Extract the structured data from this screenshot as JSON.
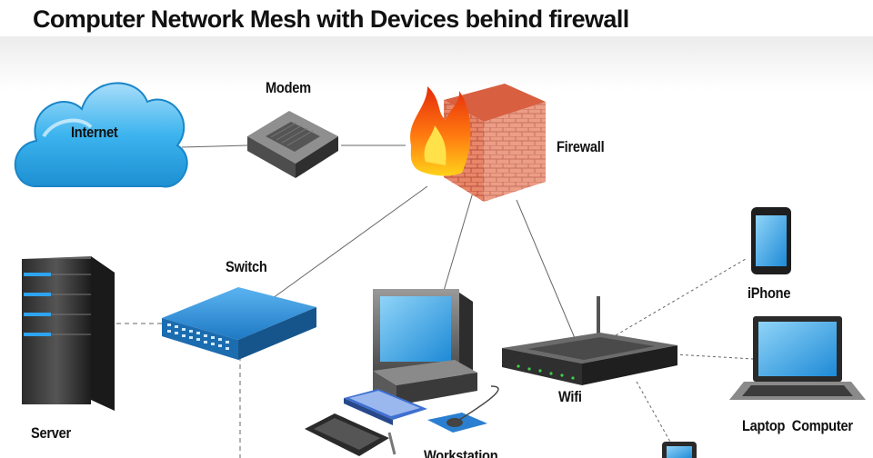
{
  "title": "Computer Network Mesh with Devices behind firewall",
  "nodes": {
    "internet": {
      "label": "Internet",
      "icon": "cloud-icon"
    },
    "modem": {
      "label": "Modem",
      "icon": "modem-icon"
    },
    "firewall": {
      "label": "Firewall",
      "icon": "firewall-icon"
    },
    "switch": {
      "label": "Switch",
      "icon": "switch-icon"
    },
    "server": {
      "label": "Server",
      "icon": "server-icon"
    },
    "workstation": {
      "label": "Workstation",
      "icon": "workstation-icon"
    },
    "wifi": {
      "label": "Wifi",
      "icon": "wifi-router-icon"
    },
    "iphone": {
      "label": "iPhone",
      "icon": "phone-icon"
    },
    "laptop": {
      "label": "Laptop  Computer",
      "icon": "laptop-icon"
    }
  },
  "colors": {
    "cloud": "#29a9e6",
    "screen": "#3aa6e6",
    "switch": "#2f8fd8",
    "brick": "#e0785a",
    "flame": "#ff5a10"
  }
}
